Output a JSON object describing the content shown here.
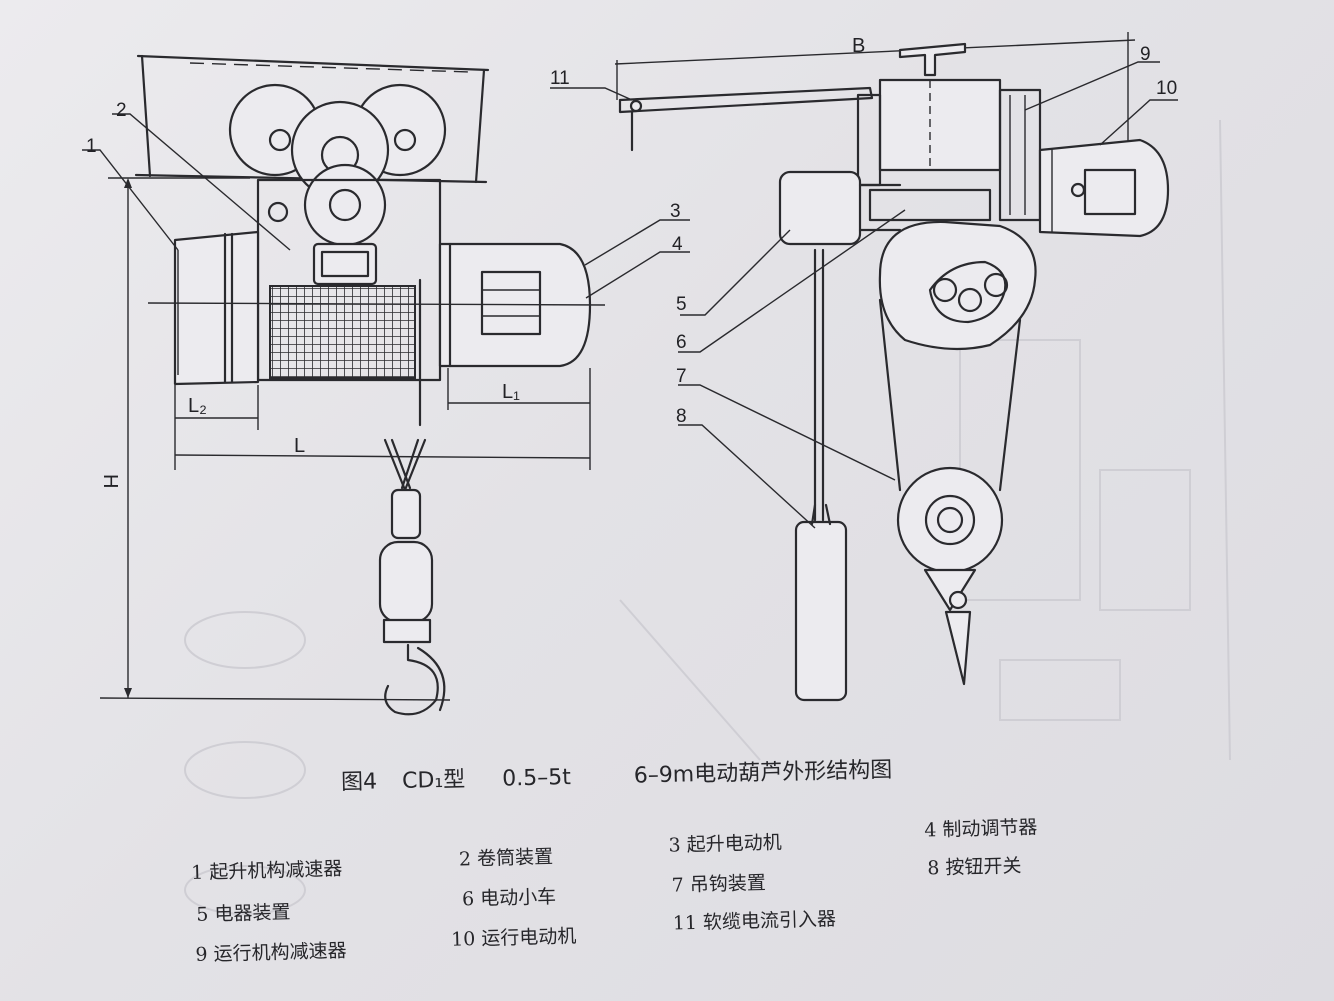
{
  "diagram": {
    "callouts": [
      "1",
      "2",
      "3",
      "4",
      "5",
      "6",
      "7",
      "8",
      "9",
      "10",
      "11"
    ],
    "dimensions": {
      "l2": "L₂",
      "l1": "L₁",
      "l": "L",
      "h": "H",
      "b": "B"
    }
  },
  "caption": {
    "figure": "图4",
    "model": "CD₁型",
    "spec": "0.5–5t",
    "title": "6–9m电动葫芦外形结构图"
  },
  "legend": [
    {
      "id": "1",
      "text": "1 起升机构减速器"
    },
    {
      "id": "2",
      "text": "2 卷筒装置"
    },
    {
      "id": "3",
      "text": "3 起升电动机"
    },
    {
      "id": "4",
      "text": "4 制动调节器"
    },
    {
      "id": "5",
      "text": "5 电器装置"
    },
    {
      "id": "6",
      "text": "6 电动小车"
    },
    {
      "id": "7",
      "text": "7 吊钩装置"
    },
    {
      "id": "8",
      "text": "8 按钮开关"
    },
    {
      "id": "9",
      "text": "9 运行机构减速器"
    },
    {
      "id": "10",
      "text": "10 运行电动机"
    },
    {
      "id": "11",
      "text": "11 软缆电流引入器"
    }
  ],
  "colors": {
    "paper": "#e6e5e8",
    "ink": "#2a2a2e"
  }
}
